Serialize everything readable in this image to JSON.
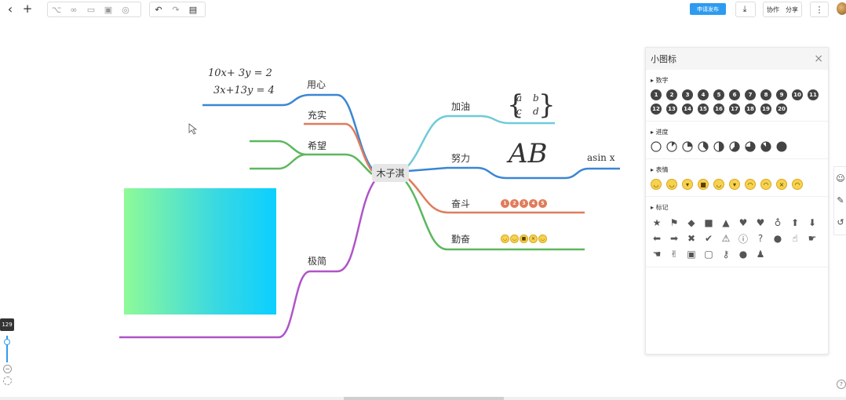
{
  "toolbar": {
    "back": "‹",
    "add": "+",
    "publish_label": "申请发布",
    "collab_label": "协作",
    "share_label": "分享",
    "more": "⋮"
  },
  "mindmap": {
    "root": "木子淇",
    "left": [
      {
        "label": "用心",
        "color": "#3a86d4"
      },
      {
        "label": "充实",
        "color": "#e07c5c"
      },
      {
        "label": "希望",
        "color": "#5cb85c"
      },
      {
        "label": "极简",
        "color": "#b054c8"
      }
    ],
    "right": [
      {
        "label": "加油",
        "color": "#6fcbd8"
      },
      {
        "label": "努力",
        "color": "#3a86d4"
      },
      {
        "label": "奋斗",
        "color": "#e07c5c"
      },
      {
        "label": "勤奋",
        "color": "#5cb85c"
      }
    ],
    "eq1": "10x+  3y = 2",
    "eq2": "3x+13y = 4",
    "matrix_a": "a",
    "matrix_b": "b",
    "matrix_c": "c",
    "matrix_d": "d",
    "ab": "AB",
    "asin": "asin x",
    "fendou_icons": [
      "1",
      "2",
      "3",
      "4",
      "5"
    ]
  },
  "panel": {
    "title": "小图标",
    "close": "×",
    "sections": {
      "numbers": "数字",
      "progress": "进度",
      "faces": "表情",
      "marks": "标记"
    },
    "numbers": [
      "1",
      "2",
      "3",
      "4",
      "5",
      "6",
      "7",
      "8",
      "9",
      "10",
      "11",
      "12",
      "13",
      "14",
      "15",
      "16",
      "17",
      "18",
      "19",
      "20"
    ]
  },
  "zoom": {
    "value": "129"
  },
  "help": "?"
}
